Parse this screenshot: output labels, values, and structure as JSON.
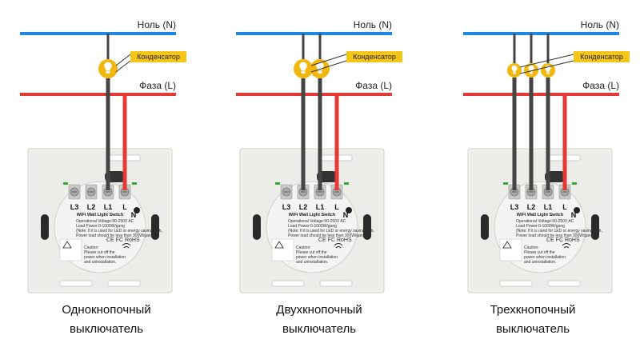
{
  "wires": {
    "neutral_label": "Ноль (N)",
    "phase_label": "Фаза (L)",
    "neutral_color": "#1e88e5",
    "phase_color": "#e53935",
    "load_color": "#444444"
  },
  "capacitor_label": "Конденсатор",
  "terminals": {
    "l3": "L3",
    "l2": "L2",
    "l1": "L1",
    "l": "L",
    "n": "N"
  },
  "module": {
    "name": "WiFi Wall Light Switch",
    "voltage": "Operational Voltage:90-250V AC",
    "load": "Load Power:0-1000W/gang",
    "note1": "(Note: If it is used for LED or energy saving bulb,",
    "note2": "Power load should be less than 300W/gang)",
    "marks": "CE FC RoHS",
    "caution_title": "Caution:",
    "caution1": "Please cut off the",
    "caution2": "power when installation",
    "caution3": "and uninstallation."
  },
  "panels": [
    {
      "caption_line1": "Однокнопочный",
      "caption_line2": "выключатель",
      "lamps": 1
    },
    {
      "caption_line1": "Двухкнопочный",
      "caption_line2": "выключатель",
      "lamps": 2
    },
    {
      "caption_line1": "Трехкнопочный",
      "caption_line2": "выключатель",
      "lamps": 3
    }
  ]
}
